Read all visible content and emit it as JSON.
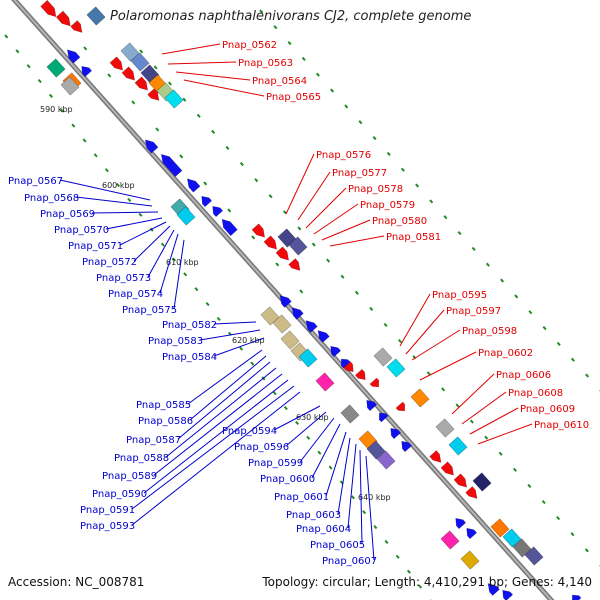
{
  "title": "Polaromonas naphthalenivorans CJ2, complete genome",
  "accession": "Accession: NC_008781",
  "summary": "Topology: circular; Length: 4,410,291 bp; Genes: 4,140",
  "colors": {
    "forward_label": "#e00000",
    "reverse_label": "#0000cc",
    "backbone": "#8a8a8a",
    "tick": "#228b22"
  },
  "kbp_marks": [
    "590 kbp",
    "600 kbp",
    "610 kbp",
    "620 kbp",
    "630 kbp",
    "640 kbp"
  ],
  "forward_labels": [
    "Pnap_0562",
    "Pnap_0563",
    "Pnap_0564",
    "Pnap_0565",
    "Pnap_0576",
    "Pnap_0577",
    "Pnap_0578",
    "Pnap_0579",
    "Pnap_0580",
    "Pnap_0581",
    "Pnap_0595",
    "Pnap_0597",
    "Pnap_0598",
    "Pnap_0602",
    "Pnap_0606",
    "Pnap_0608",
    "Pnap_0609",
    "Pnap_0610"
  ],
  "reverse_labels": [
    "Pnap_0567",
    "Pnap_0568",
    "Pnap_0569",
    "Pnap_0570",
    "Pnap_0571",
    "Pnap_0572",
    "Pnap_0573",
    "Pnap_0574",
    "Pnap_0575",
    "Pnap_0582",
    "Pnap_0583",
    "Pnap_0584",
    "Pnap_0585",
    "Pnap_0586",
    "Pnap_0587",
    "Pnap_0588",
    "Pnap_0589",
    "Pnap_0590",
    "Pnap_0591",
    "Pnap_0593",
    "Pnap_0594",
    "Pnap_0596",
    "Pnap_0599",
    "Pnap_0600",
    "Pnap_0601",
    "Pnap_0603",
    "Pnap_0604",
    "Pnap_0605",
    "Pnap_0607"
  ]
}
